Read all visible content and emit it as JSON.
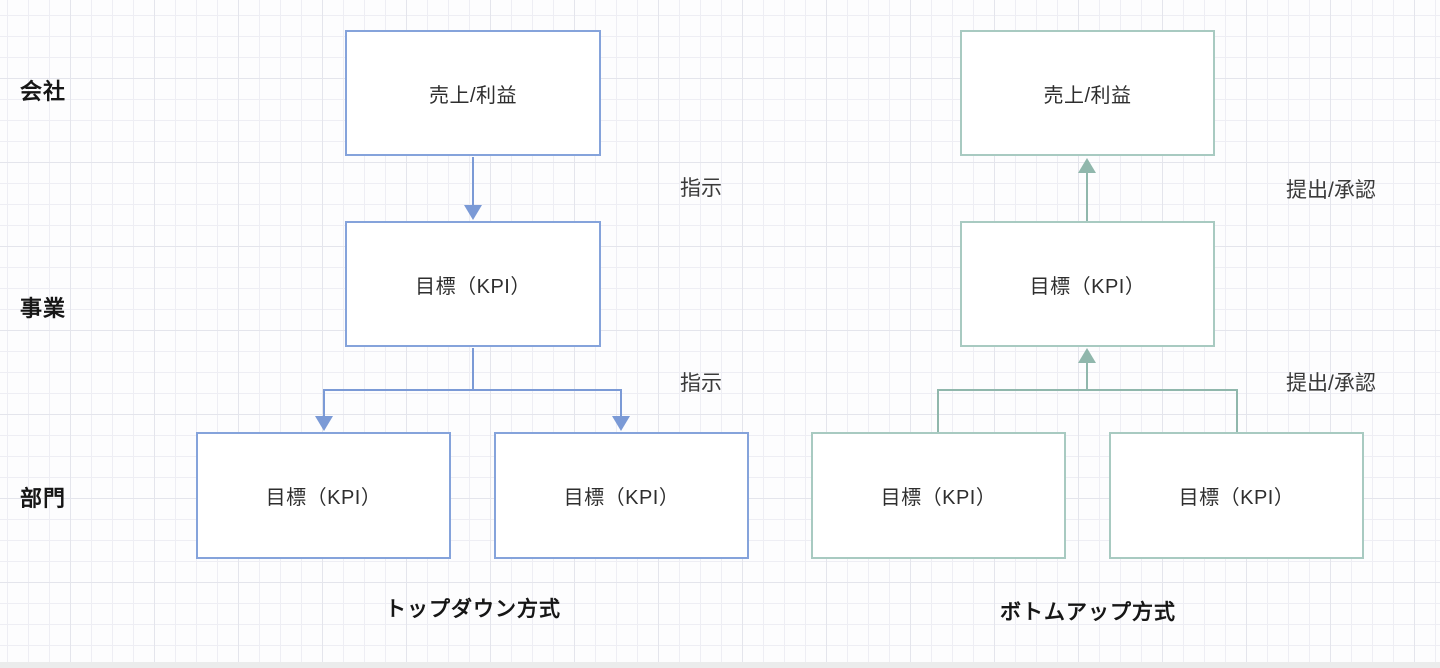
{
  "colors": {
    "background": "#fdfdfe",
    "grid_minor": "#eeeef4",
    "grid_major": "#e4e5ec",
    "text": "#2e2e2e",
    "heading_text": "#161616",
    "edge_label_text": "#3a3a3a",
    "topdown_box_border": "#85a3db",
    "topdown_connector": "#7b9ad6",
    "bottomup_box_border": "#a8cac1",
    "bottomup_connector": "#90b7ac"
  },
  "row_labels": [
    "会社",
    "事業",
    "部門"
  ],
  "topdown": {
    "caption": "トップダウン方式",
    "company_box": "売上/利益",
    "business_box": "目標（KPI）",
    "department_left_box": "目標（KPI）",
    "department_right_box": "目標（KPI）",
    "edge_label_1": "指示",
    "edge_label_2": "指示"
  },
  "bottomup": {
    "caption": "ボトムアップ方式",
    "company_box": "売上/利益",
    "business_box": "目標（KPI）",
    "department_left_box": "目標（KPI）",
    "department_right_box": "目標（KPI）",
    "edge_label_1": "提出/承認",
    "edge_label_2": "提出/承認"
  }
}
